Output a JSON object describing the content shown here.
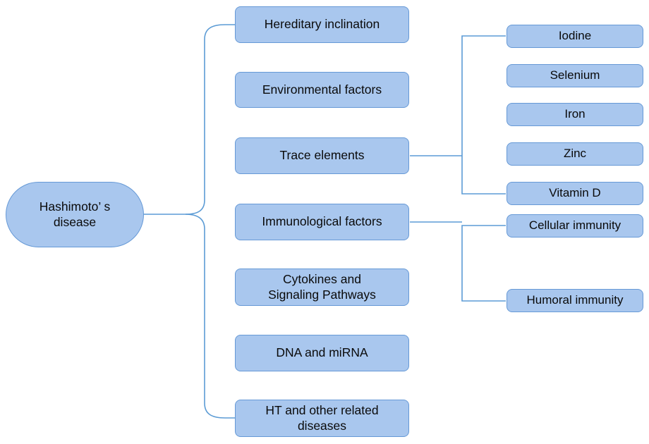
{
  "diagram": {
    "title": "Hashimoto's disease factors diagram",
    "root": {
      "label": "Hashimoto’ s\ndisease"
    },
    "center_nodes": [
      {
        "label": "Hereditary inclination"
      },
      {
        "label": "Environmental factors"
      },
      {
        "label": "Trace elements"
      },
      {
        "label": "Immunological factors"
      },
      {
        "label": "Cytokines and\nSignaling Pathways"
      },
      {
        "label": "DNA and miRNA"
      },
      {
        "label": "HT and other related\ndiseases"
      }
    ],
    "trace_elements_children": [
      {
        "label": "Iodine"
      },
      {
        "label": "Selenium"
      },
      {
        "label": "Iron"
      },
      {
        "label": "Zinc"
      },
      {
        "label": "Vitamin D"
      }
    ],
    "immunological_children": [
      {
        "label": "Cellular immunity"
      },
      {
        "label": "Humoral immunity"
      }
    ],
    "colors": {
      "node_fill": "#a9c7ee",
      "node_border": "#6699d6",
      "connector": "#5b9bd5",
      "text": "#0a0a0a",
      "background": "#ffffff"
    }
  }
}
